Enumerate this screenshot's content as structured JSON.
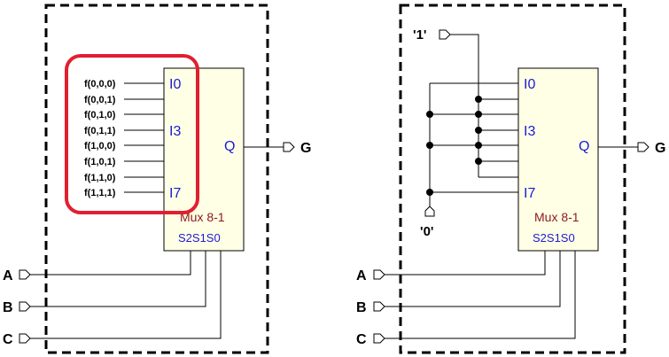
{
  "left": {
    "func_labels": [
      "f(0,0,0)",
      "f(0,0,1)",
      "f(0,1,0)",
      "f(0,1,1)",
      "f(1,0,0)",
      "f(1,0,1)",
      "f(1,1,0)",
      "f(1,1,1)"
    ],
    "pin_i0": "I0",
    "pin_i3": "I3",
    "pin_i7": "I7",
    "pin_q": "Q",
    "mux_label": "Mux 8-1",
    "select_label": "S2S1S0",
    "output": "G",
    "inputs": [
      "A",
      "B",
      "C"
    ]
  },
  "right": {
    "const_one": "'1'",
    "const_zero": "'0'",
    "pin_i0": "I0",
    "pin_i3": "I3",
    "pin_i7": "I7",
    "pin_q": "Q",
    "mux_label": "Mux 8-1",
    "select_label": "S2S1S0",
    "output": "G",
    "inputs": [
      "A",
      "B",
      "C"
    ]
  },
  "colors": {
    "highlight": "#e02030",
    "mux_fill": "#ffffe6",
    "pin_text": "#1a1ad6",
    "mux_text": "#8b1a1a"
  }
}
